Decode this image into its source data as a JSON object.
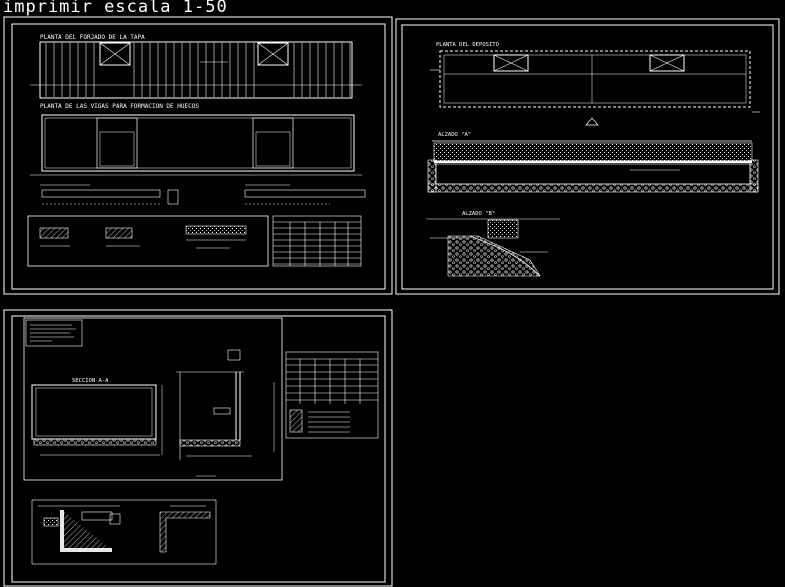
{
  "title": "imprimir escala 1-50",
  "colors": {
    "background": "#000000",
    "line": "#ffffff",
    "dim": "#cfcfcf"
  },
  "sheet1": {
    "plan_title": "PLANTA DEL FORJADO DE LA TAPA",
    "beams_title": "PLANTA DE LAS VIGAS PARA FORMACION DE HUECOS"
  },
  "sheet2": {
    "plan_title": "PLANTA DEL DEPOSITO",
    "elev_title": "ALZADO \"A\"",
    "detail_title": "ALZADO \"B\""
  },
  "sheet3": {
    "section_title": "SECCION A-A"
  }
}
